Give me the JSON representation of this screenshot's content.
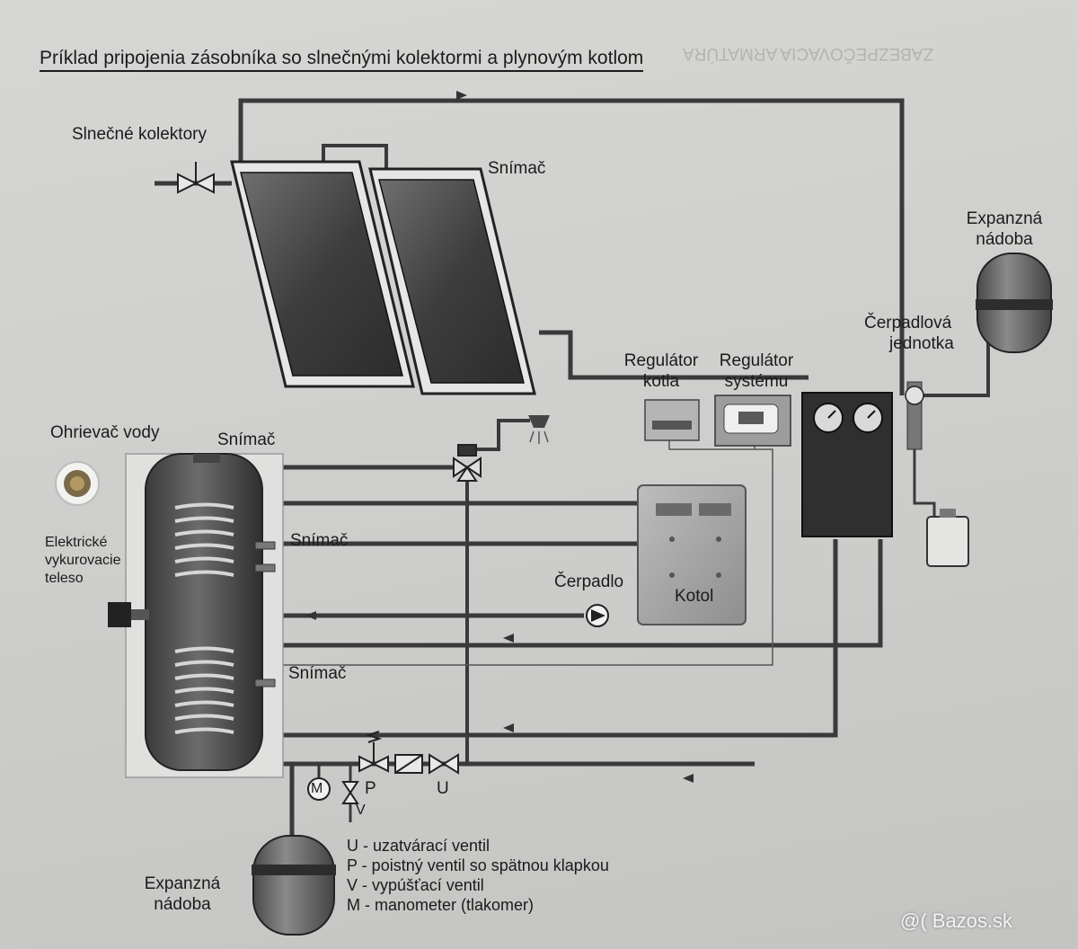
{
  "title": "Príklad pripojenia zásobníka so slnečnými kolektormi a plynovým kotlom",
  "labels": {
    "collectors": "Slnečné kolektory",
    "sensor": "Snímač",
    "expansion_line1": "Expanzná",
    "expansion_line2": "nádoba",
    "pump_unit_line1": "Čerpadlová",
    "pump_unit_line2": "jednotka",
    "boiler_reg_line1": "Regulátor",
    "boiler_reg_line2": "kotla",
    "system_reg_line1": "Regulátor",
    "system_reg_line2": "systému",
    "water_heater": "Ohrievač vody",
    "heating_line1": "Elektrické",
    "heating_line2": "vykurovacie",
    "heating_line3": "teleso",
    "pump": "Čerpadlo",
    "boiler": "Kotol",
    "mark_m": "M",
    "mark_p": "P",
    "mark_v": "V",
    "mark_u": "U"
  },
  "legend": [
    "U - uzatvárací ventil",
    "P - poistný ventil so spätnou klapkou",
    "V - vypúšťací ventil",
    "M - manometer (tlakomer)"
  ],
  "watermark": "@( Bazos.sk"
}
